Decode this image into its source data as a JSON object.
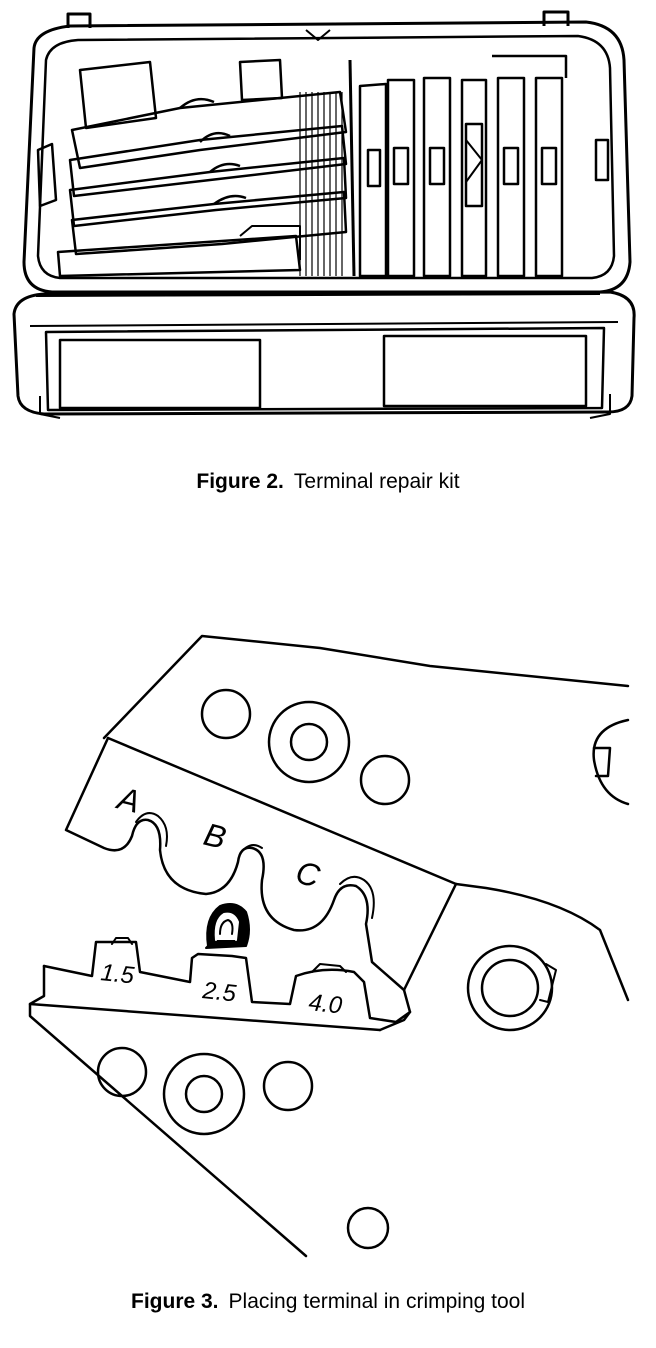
{
  "figure2": {
    "number": "Figure 2.",
    "title": "Terminal repair kit"
  },
  "figure3": {
    "number": "Figure 3.",
    "title": "Placing terminal in crimping tool",
    "upper_die_labels": [
      "A",
      "B",
      "C"
    ],
    "lower_die_labels": [
      "1.5",
      "2.5",
      "4.0"
    ]
  }
}
